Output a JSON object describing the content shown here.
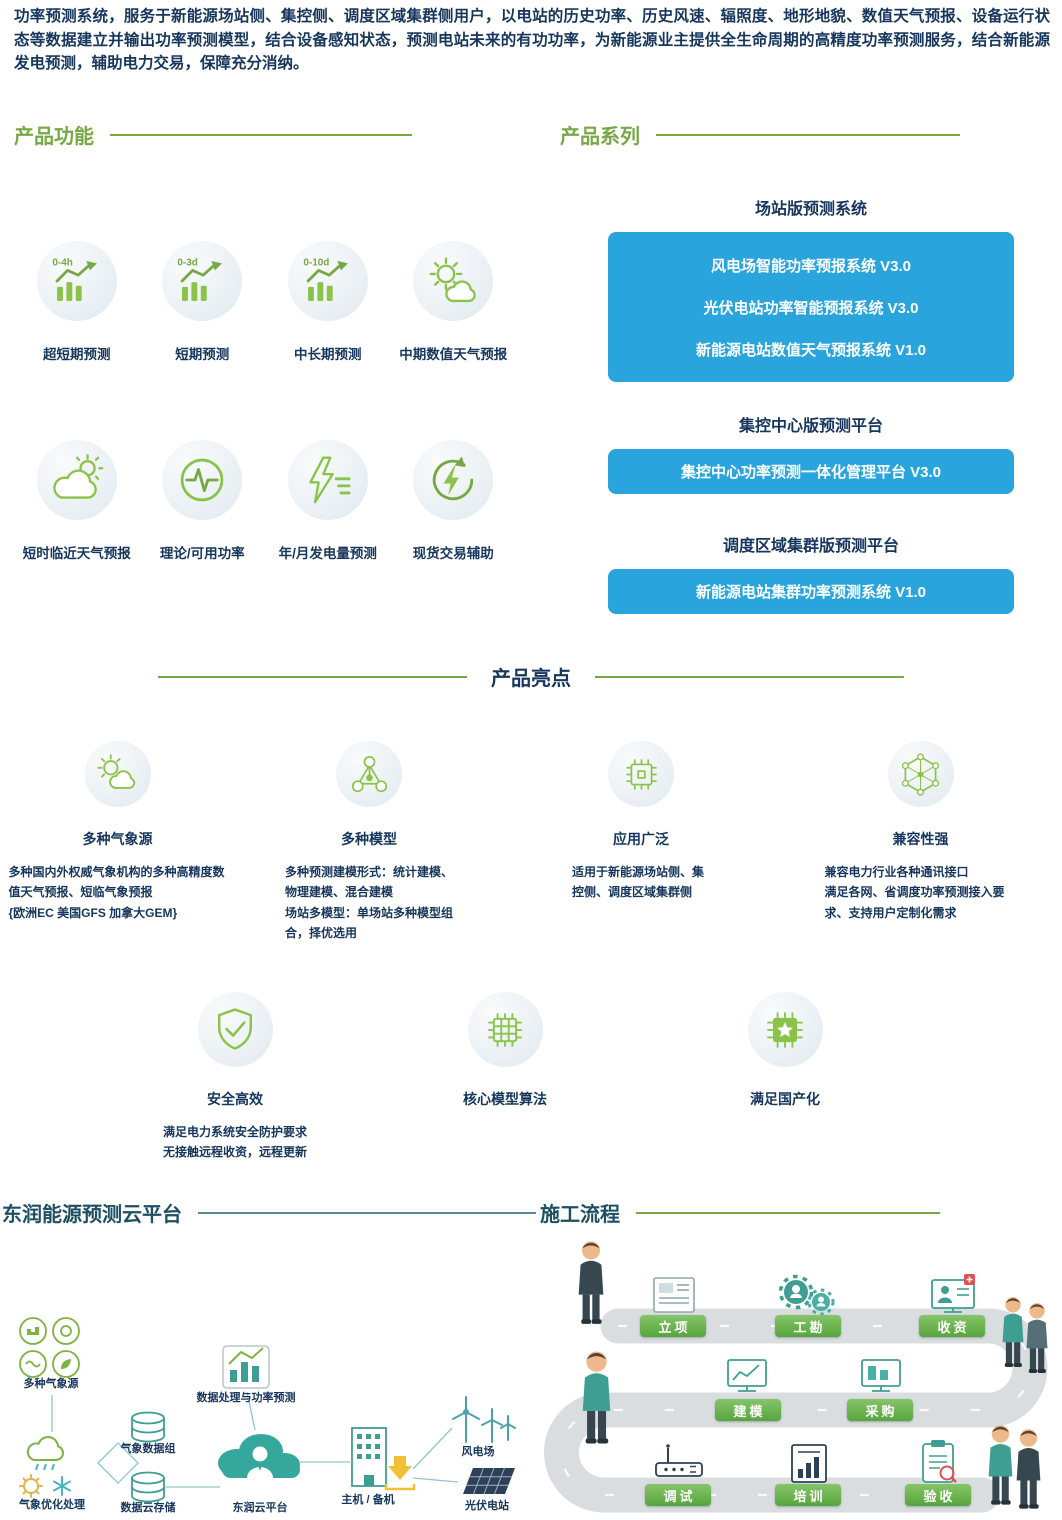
{
  "intro": "功率预测系统，服务于新能源场站侧、集控侧、调度区域集群侧用户，以电站的历史功率、历史风速、辐照度、地形地貌、数值天气预报、设备运行状态等数据建立并输出功率预测模型，结合设备感知状态，预测电站未来的有功功率，为新能源业主提供全生命周期的高精度功率预测服务，结合新能源发电预测，辅助电力交易，保障充分消纳。",
  "features": {
    "title": "产品功能",
    "items": [
      {
        "label": "超短期预测",
        "badge": "0-4h"
      },
      {
        "label": "短期预测",
        "badge": "0-3d"
      },
      {
        "label": "中长期预测",
        "badge": "0-10d"
      },
      {
        "label": "中期数值天气预报"
      },
      {
        "label": "短时临近天气预报"
      },
      {
        "label": "理论/可用功率"
      },
      {
        "label": "年/月发电量预测"
      },
      {
        "label": "现货交易辅助"
      }
    ]
  },
  "series": {
    "title": "产品系列",
    "groups": [
      {
        "heading": "场站版预测系统",
        "products": [
          "风电场智能功率预报系统 V3.0",
          "光伏电站功率智能预报系统 V3.0",
          "新能源电站数值天气预报系统 V1.0"
        ]
      },
      {
        "heading": "集控中心版预测平台",
        "products": [
          "集控中心功率预测一体化管理平台 V3.0"
        ]
      },
      {
        "heading": "调度区域集群版预测平台",
        "products": [
          "新能源电站集群功率预测系统 V1.0"
        ]
      }
    ]
  },
  "highlights": {
    "title": "产品亮点",
    "items": [
      {
        "label": "多种气象源",
        "desc": "多种国内外权威气象机构的多种高精度数值天气预报、短临气象预报\n{欧洲EC 美国GFS 加拿大GEM}"
      },
      {
        "label": "多种模型",
        "desc": "多种预测建模形式：统计建模、物理建模、混合建模\n场站多模型：单场站多种模型组合，择优选用"
      },
      {
        "label": "应用广泛",
        "desc": "适用于新能源场站侧、集控侧、调度区域集群侧"
      },
      {
        "label": "兼容性强",
        "desc": "兼容电力行业各种通讯接口\n满足各网、省调度功率预测接入要求、支持用户定制化需求"
      },
      {
        "label": "安全高效",
        "desc": "满足电力系统安全防护要求\n无接触远程收资，远程更新"
      },
      {
        "label": "核心模型算法"
      },
      {
        "label": "满足国产化"
      }
    ]
  },
  "cloud": {
    "title": "东润能源预测云平台",
    "labels": {
      "sources": "多种气象源",
      "processing": "数据处理与功率预测",
      "optimize": "气象优化处理",
      "dataset": "气象数据组",
      "storage": "数据云存储",
      "platform": "东润云平台",
      "hosts": "主机 / 备机",
      "wind": "风电场",
      "solar": "光伏电站"
    }
  },
  "process": {
    "title": "施工流程",
    "steps": [
      "立项",
      "工勘",
      "收资",
      "建模",
      "采购",
      "调试",
      "培训",
      "验收"
    ]
  }
}
